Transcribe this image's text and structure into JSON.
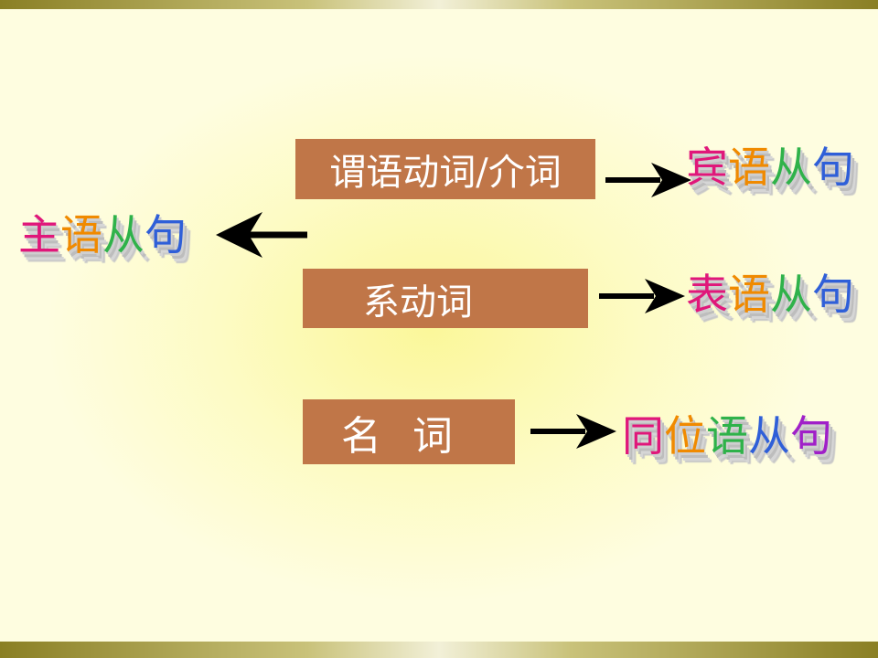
{
  "boxes": {
    "verb_prep": "谓语动词/介词",
    "linking_verb": "系动词",
    "noun": "名 词"
  },
  "clauses": {
    "subject": [
      "主",
      "语",
      "从",
      "句"
    ],
    "object": [
      "宾",
      "语",
      "从",
      "句"
    ],
    "predicative": [
      "表",
      "语",
      "从",
      "句"
    ],
    "appositive": [
      "同",
      "位",
      "语",
      "从",
      "句"
    ]
  },
  "colors": {
    "box_fill": "#c07648",
    "box_text": "#ffffff",
    "arrow": "#000000",
    "char_palette": [
      "#e0177a",
      "#f08a00",
      "#2fb24a",
      "#2f5fd8",
      "#a020c8"
    ]
  },
  "icons": {
    "arrows": [
      "left-arrow-icon",
      "right-arrow-icon"
    ]
  }
}
